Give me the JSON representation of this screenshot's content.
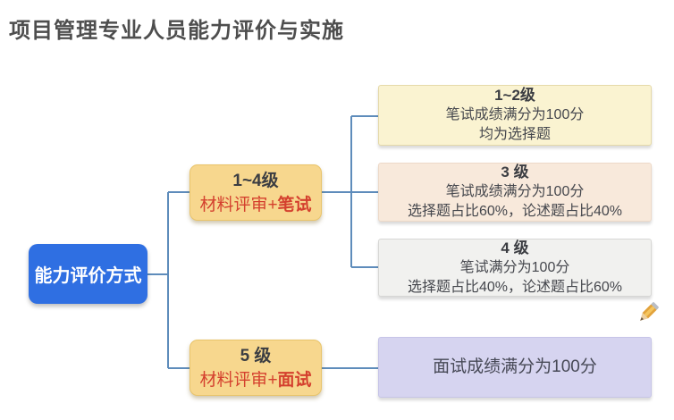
{
  "title": "项目管理专业人员能力评价与实施",
  "root": {
    "label": "能力评价方式"
  },
  "branches": [
    {
      "level": "1~4级",
      "method_prefix": "材料评审+",
      "method_highlight": "笔试"
    },
    {
      "level": "5 级",
      "method_prefix": "材料评审+",
      "method_highlight": "面试"
    }
  ],
  "leaves": [
    {
      "heading": "1~2级",
      "line1": "笔试成绩满分为100分",
      "line2": "均为选择题"
    },
    {
      "heading": "3 级",
      "line1": "笔试成绩满分为100分",
      "line2": "选择题占比60%，论述题占比40%"
    },
    {
      "heading": "4 级",
      "line1": "笔试满分为100分",
      "line2": "选择题占比40%，论述题占比60%"
    },
    {
      "single_line": "面试成绩满分为100分"
    }
  ],
  "icons": {
    "pencil": "pencil-icon"
  },
  "colors": {
    "root_bg": "#2f6fe2",
    "branch_bg": "#f7d78e",
    "branch_border": "#e9c46a",
    "leaf1_bg": "#faf3d1",
    "leaf2_bg": "#f8e9db",
    "leaf3_bg": "#f1f1ef",
    "leaf4_bg": "#d6d4f0",
    "connector": "#5e8cbb",
    "highlight_text": "#d4402e",
    "title_text": "#4e4e4e"
  }
}
